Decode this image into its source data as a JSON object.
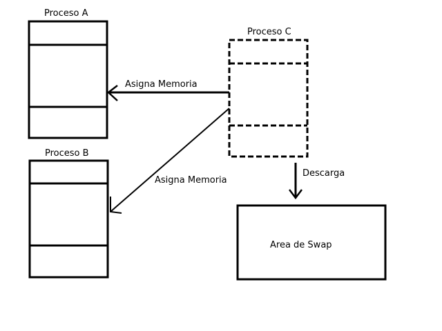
{
  "diagram": {
    "process_a": {
      "title": "Proceso A"
    },
    "process_b": {
      "title": "Proceso B"
    },
    "process_c": {
      "title": "Proceso C"
    },
    "swap": {
      "label": "Area de Swap"
    },
    "arrows": {
      "c_to_a": "Asigna Memoria",
      "c_to_b": "Asigna Memoria",
      "c_to_swap": "Descarga"
    }
  },
  "colors": {
    "stroke": "#000000",
    "background": "#ffffff"
  }
}
